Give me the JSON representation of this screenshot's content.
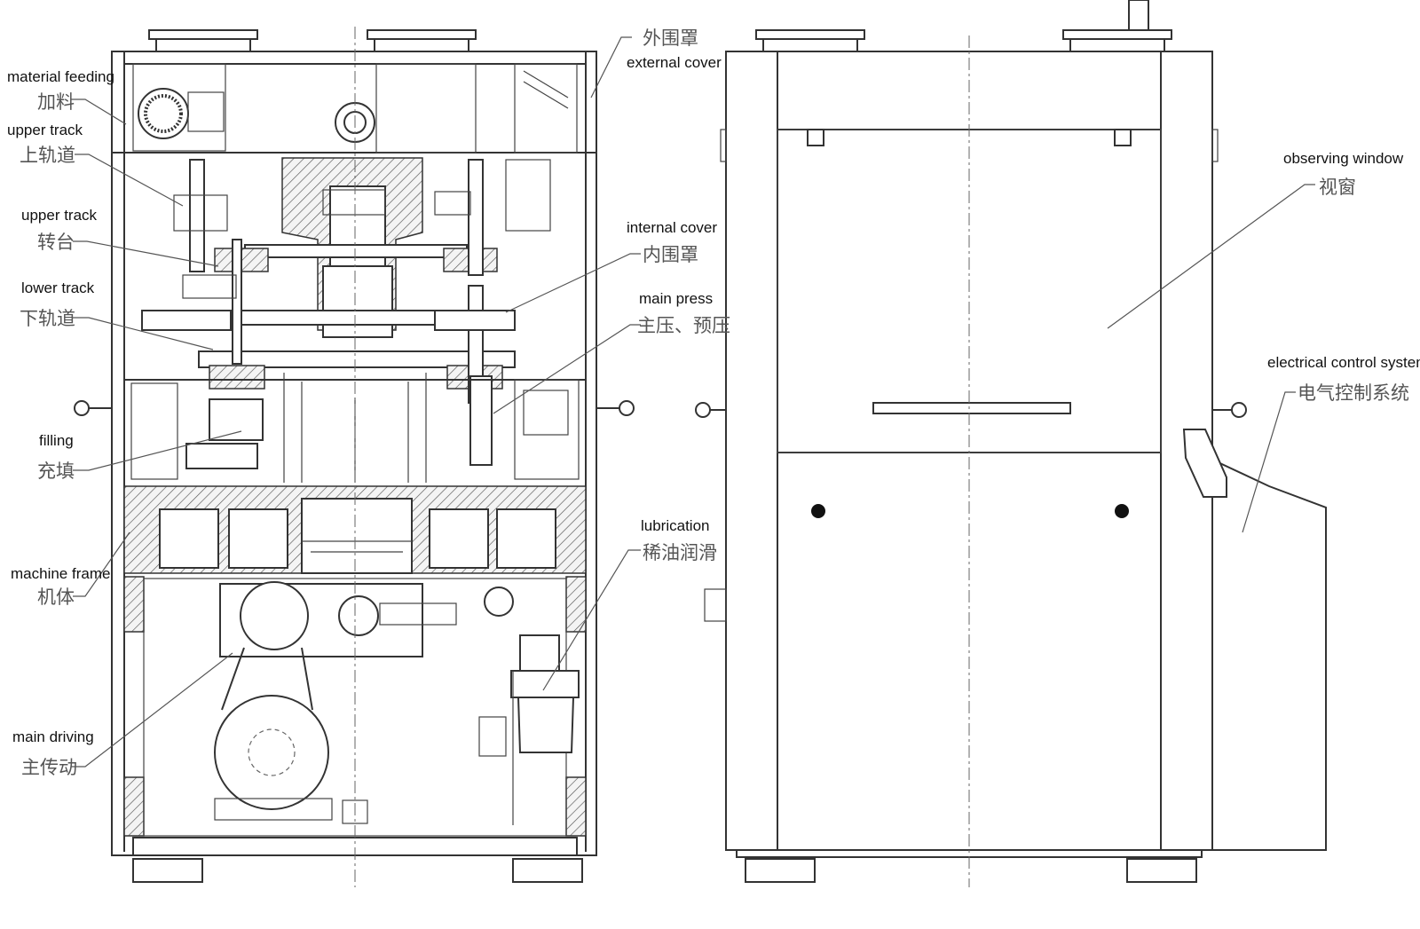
{
  "labels": {
    "external_cover": {
      "en": "external cover",
      "zh": "外围罩"
    },
    "material_feeding": {
      "en": "material feeding",
      "zh": "加料"
    },
    "upper_track_1": {
      "en": "upper track",
      "zh": "上轨道"
    },
    "upper_track_2": {
      "en": "upper track",
      "zh": "转台"
    },
    "lower_track": {
      "en": "lower track",
      "zh": "下轨道"
    },
    "internal_cover": {
      "en": "internal cover",
      "zh": "内围罩"
    },
    "main_press": {
      "en": "main press",
      "zh": "主压、预压"
    },
    "filling": {
      "en": "filling",
      "zh": "充填"
    },
    "machine_frame": {
      "en": "machine frame",
      "zh": "机体"
    },
    "lubrication": {
      "en": "lubrication",
      "zh": "稀油润滑"
    },
    "main_driving": {
      "en": "main driving",
      "zh": "主传动"
    },
    "observing_window": {
      "en": "observing window",
      "zh": "视窗"
    },
    "electrical_control": {
      "en": "electrical control system",
      "zh": "电气控制系统"
    }
  }
}
